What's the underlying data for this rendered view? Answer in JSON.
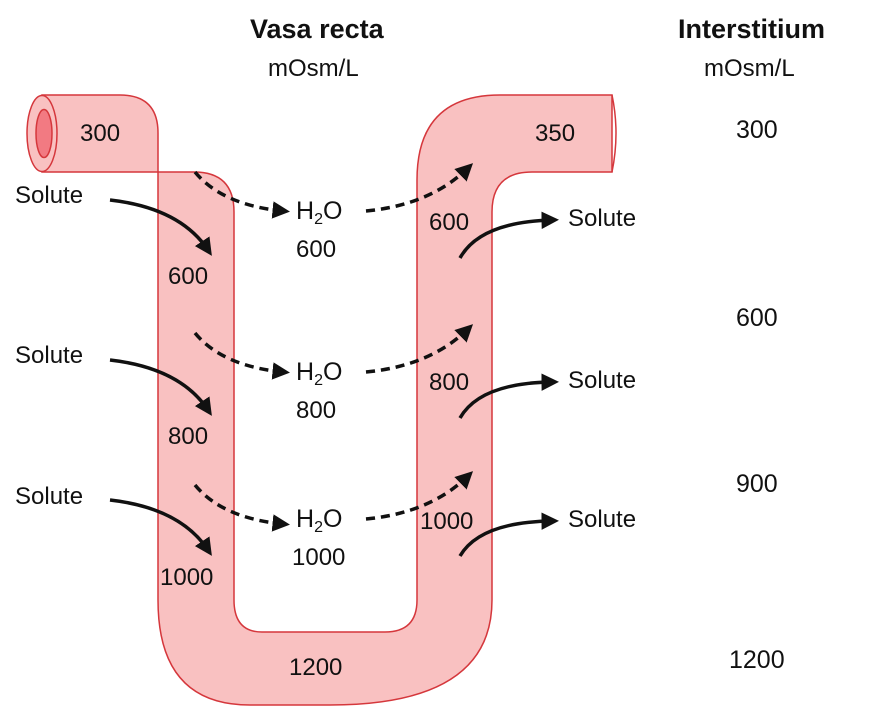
{
  "header": {
    "vasa_recta_title": "Vasa recta",
    "vasa_recta_unit": "mOsm/L",
    "interstitium_title": "Interstitium",
    "interstitium_unit": "mOsm/L"
  },
  "vessel": {
    "inlet_value": "300",
    "outlet_value": "350",
    "bottom_value": "1200",
    "descending_values": [
      "600",
      "800",
      "1000"
    ],
    "ascending_values": [
      "600",
      "800",
      "1000"
    ]
  },
  "water": [
    {
      "prefix": "H",
      "sub": "2",
      "suffix": "O",
      "value": "600"
    },
    {
      "prefix": "H",
      "sub": "2",
      "suffix": "O",
      "value": "800"
    },
    {
      "prefix": "H",
      "sub": "2",
      "suffix": "O",
      "value": "1000"
    }
  ],
  "solute_in": [
    "Solute",
    "Solute",
    "Solute"
  ],
  "solute_out": [
    "Solute",
    "Solute",
    "Solute"
  ],
  "interstitium_values": [
    "300",
    "600",
    "900",
    "1200"
  ],
  "colors": {
    "vessel_fill": "#f9c1c1",
    "vessel_stroke": "#d5373c",
    "lumen_fill": "#f27a82",
    "arrow": "#111111"
  }
}
